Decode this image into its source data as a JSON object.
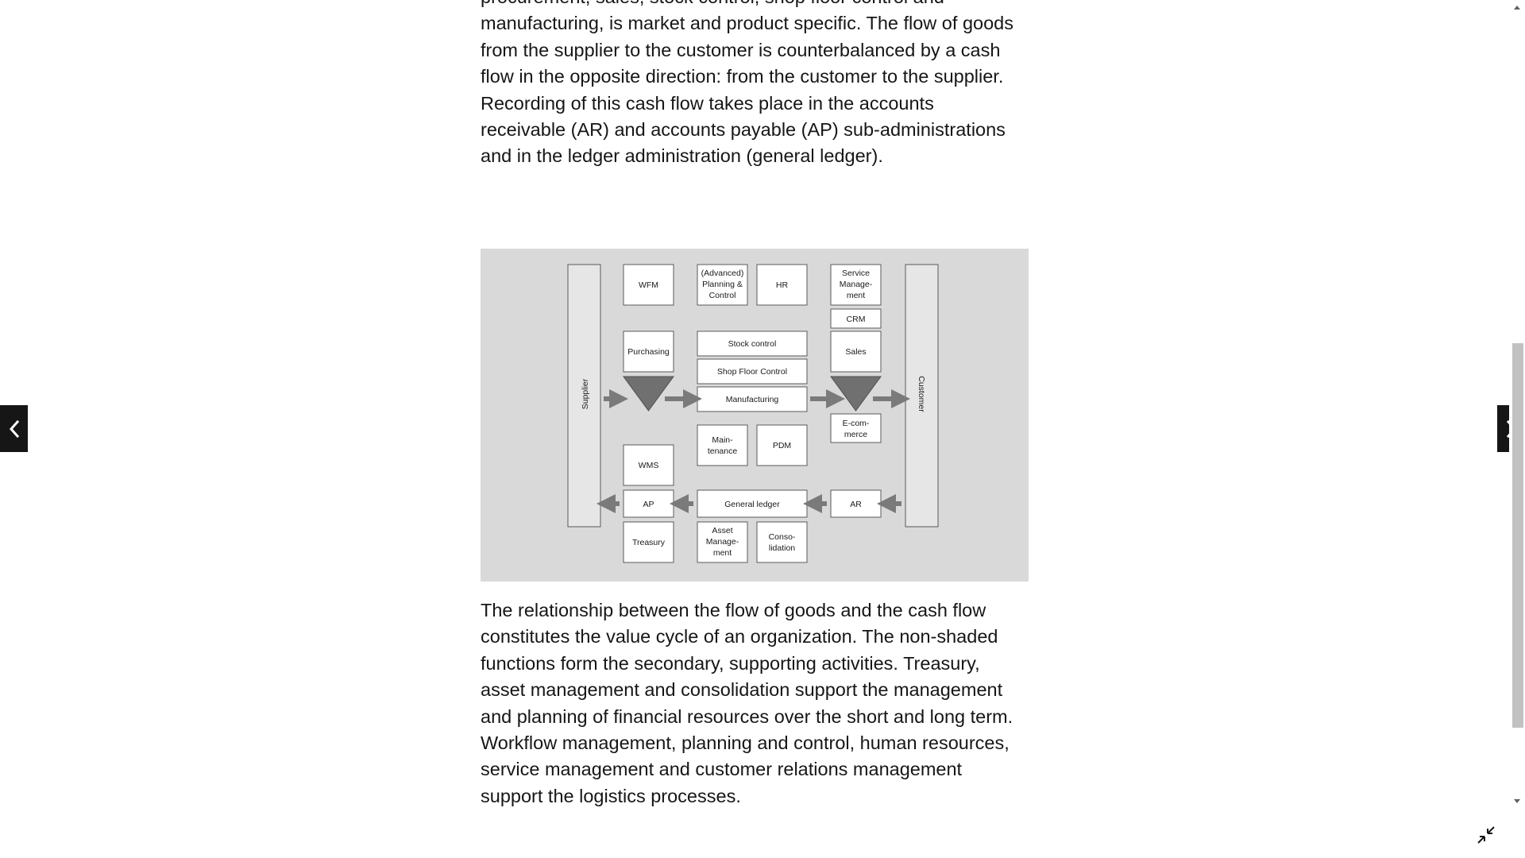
{
  "article": {
    "top_paragraph_lines": [
      "procurement, sales, stock control, shop floor control and",
      "manufacturing, is market and product specific. The flow of goods",
      "from the supplier to the customer is counterbalanced by a cash",
      "flow in the opposite direction: from the customer to the supplier.",
      "Recording of this cash flow takes place in the accounts",
      "receivable (AR) and accounts payable (AP) sub-administrations",
      "and in the ledger administration (general ledger)."
    ],
    "bottom_paragraph_lines": [
      "The relationship between the flow of goods and the cash flow",
      "constitutes the value cycle of an organization. The non-shaded",
      "functions form the secondary, supporting activities. Treasury,",
      "asset management and consolidation support the management",
      "and planning of financial resources over the short and long term.",
      "Workflow management, planning and control, human resources,",
      "service management and customer relations management",
      "support the logistics processes."
    ]
  },
  "diagram": {
    "supplier": "Supplier",
    "customer": "Customer",
    "wfm": "WFM",
    "planning": [
      "(Advanced)",
      "Planning &",
      "Control"
    ],
    "hr": "HR",
    "service_management": [
      "Service",
      "Manage-",
      "ment"
    ],
    "crm": "CRM",
    "purchasing": "Purchasing",
    "stock_control": "Stock control",
    "shop_floor_control": "Shop Floor Control",
    "manufacturing": "Manufacturing",
    "sales": "Sales",
    "ecommerce": [
      "E-com-",
      "merce"
    ],
    "maintenance": [
      "Main-",
      "tenance"
    ],
    "pdm": "PDM",
    "wms": "WMS",
    "ap": "AP",
    "general_ledger": "General ledger",
    "ar": "AR",
    "treasury": "Treasury",
    "asset_management": [
      "Asset",
      "Manage-",
      "ment"
    ],
    "consolidation": [
      "Conso-",
      "lidation"
    ]
  },
  "icons": {
    "prev": "chevron-left-icon",
    "next": "chevron-right-icon",
    "exit_fullscreen": "exit-fullscreen-icon"
  },
  "colors": {
    "nav_button": "#161616",
    "figure_background": "#d9d9d9",
    "arrow": "#7a7a7a"
  }
}
